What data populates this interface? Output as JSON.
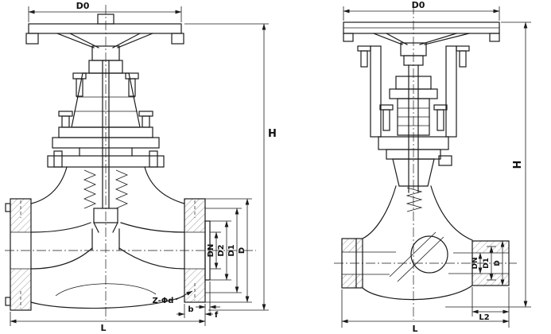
{
  "colors": {
    "line": "#1b1b1b",
    "background": "#ffffff"
  },
  "left_valve": {
    "dims": {
      "d0": "D0",
      "h": "H",
      "dn": "DN",
      "d2": "D2",
      "d1": "D1",
      "d": "D",
      "l": "L",
      "b": "b",
      "f": "f",
      "z": "Z-Φd"
    }
  },
  "right_valve": {
    "dims": {
      "d0": "D0",
      "h": "H",
      "dn": "DN",
      "d1": "D1",
      "d": "D",
      "l": "L",
      "l2": "L2"
    }
  }
}
